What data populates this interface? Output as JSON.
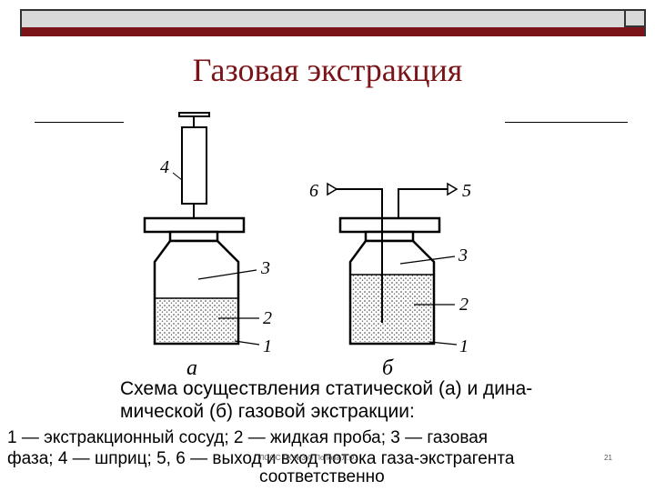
{
  "slide": {
    "title": "Газовая экстракция",
    "footer": "ЛООС ЛК №3 © Попова Л.Ф.",
    "page_number": "21"
  },
  "diagram": {
    "labels": {
      "a": "а",
      "b": "б",
      "n1": "1",
      "n2": "2",
      "n3": "3",
      "n4": "4",
      "n5": "5",
      "n6": "6"
    },
    "caption_line1": "Схема осуществления статической (а) и дина-",
    "caption_line2": "мической (б) газовой экстракции:",
    "legend_line1": "1 — экстракционный сосуд; 2 — жидкая проба; 3 — газовая",
    "legend_line2": "фаза; 4 — шприц; 5, 6 — выход и вход потока газа-экстрагента",
    "legend_line3": "соответственно"
  }
}
